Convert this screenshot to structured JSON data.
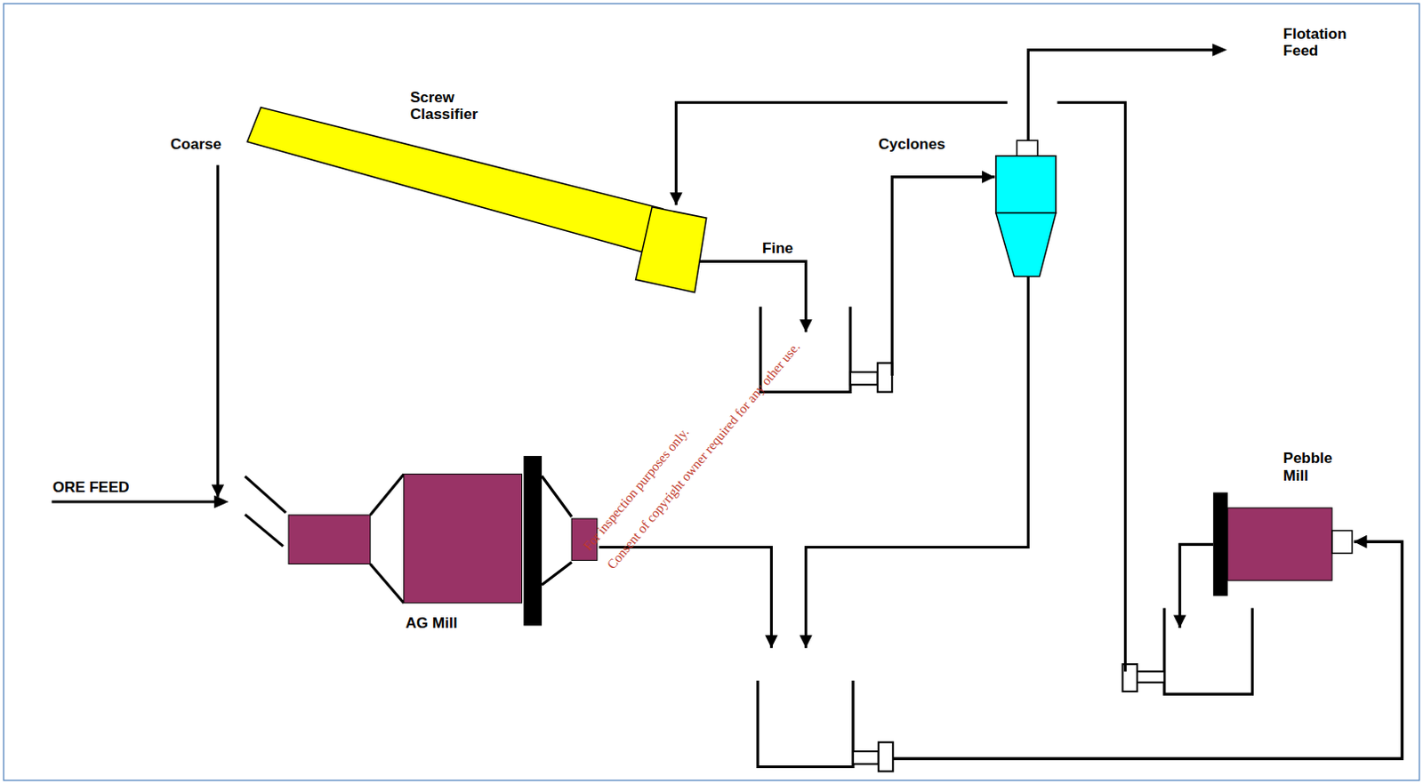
{
  "diagram": {
    "nodes": [
      {
        "text": [
          "Screw Classifier"
        ]
      },
      {
        "text": [
          "Cyclones"
        ]
      },
      {
        "text": [
          "Pebble Mill"
        ]
      },
      {
        "text": [
          "AG Mill"
        ]
      }
    ],
    "edges": [
      {
        "from": 0,
        "to": 3,
        "label": "Coarse",
        "arrow": "to"
      },
      {
        "from": 0,
        "to": 1,
        "label": "Fine",
        "arrow": "to"
      },
      {
        "from": 3,
        "to": 2,
        "arrow": "to"
      },
      {
        "from": 1,
        "to": 2,
        "arrow": "to"
      },
      {
        "from": 2,
        "to": 0,
        "arrow": "to"
      }
    ],
    "labels": [
      "ORE FEED",
      "Flotation Feed",
      "For inspection purposes only.",
      "Consent of copyright owner required for any other use."
    ]
  }
}
